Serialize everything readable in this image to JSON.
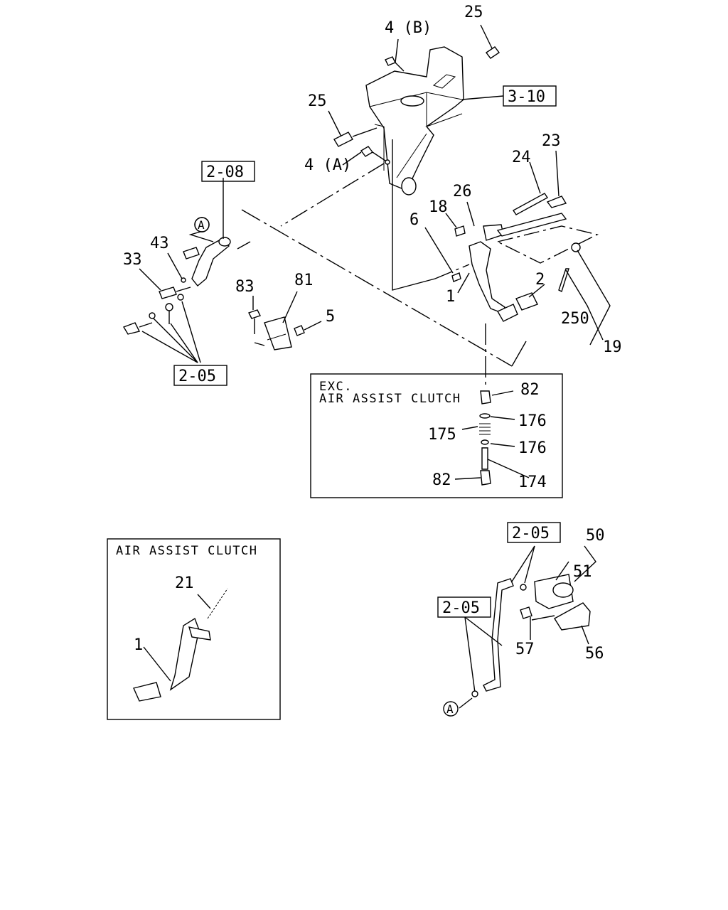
{
  "callouts": {
    "c25_top": "25",
    "c4b": "4 (B)",
    "c25_left": "25",
    "c4a": "4 (A)",
    "c24": "24",
    "c23": "23",
    "c26": "26",
    "c18": "18",
    "c6": "6",
    "c1_main": "1",
    "c2": "2",
    "c250": "250",
    "c19": "19",
    "c43": "43",
    "c33": "33",
    "c83": "83",
    "c81": "81",
    "c5": "5",
    "c82_top": "82",
    "c176_top": "176",
    "c175": "175",
    "c176_bottom": "176",
    "c82_bottom": "82",
    "c174": "174",
    "c21": "21",
    "c1_inset": "1",
    "c50": "50",
    "c51": "51",
    "c57": "57",
    "c56": "56"
  },
  "references": {
    "r310": "3-10",
    "r208": "2-08",
    "r205_left": "2-05",
    "r205_right_top": "2-05",
    "r205_right_mid": "2-05"
  },
  "connector_mark": {
    "a_upper": "A",
    "a_lower": "A"
  },
  "insets": {
    "exc_line1": "EXC.",
    "exc_line2": "AIR ASSIST CLUTCH",
    "air_title": "AIR ASSIST CLUTCH"
  }
}
